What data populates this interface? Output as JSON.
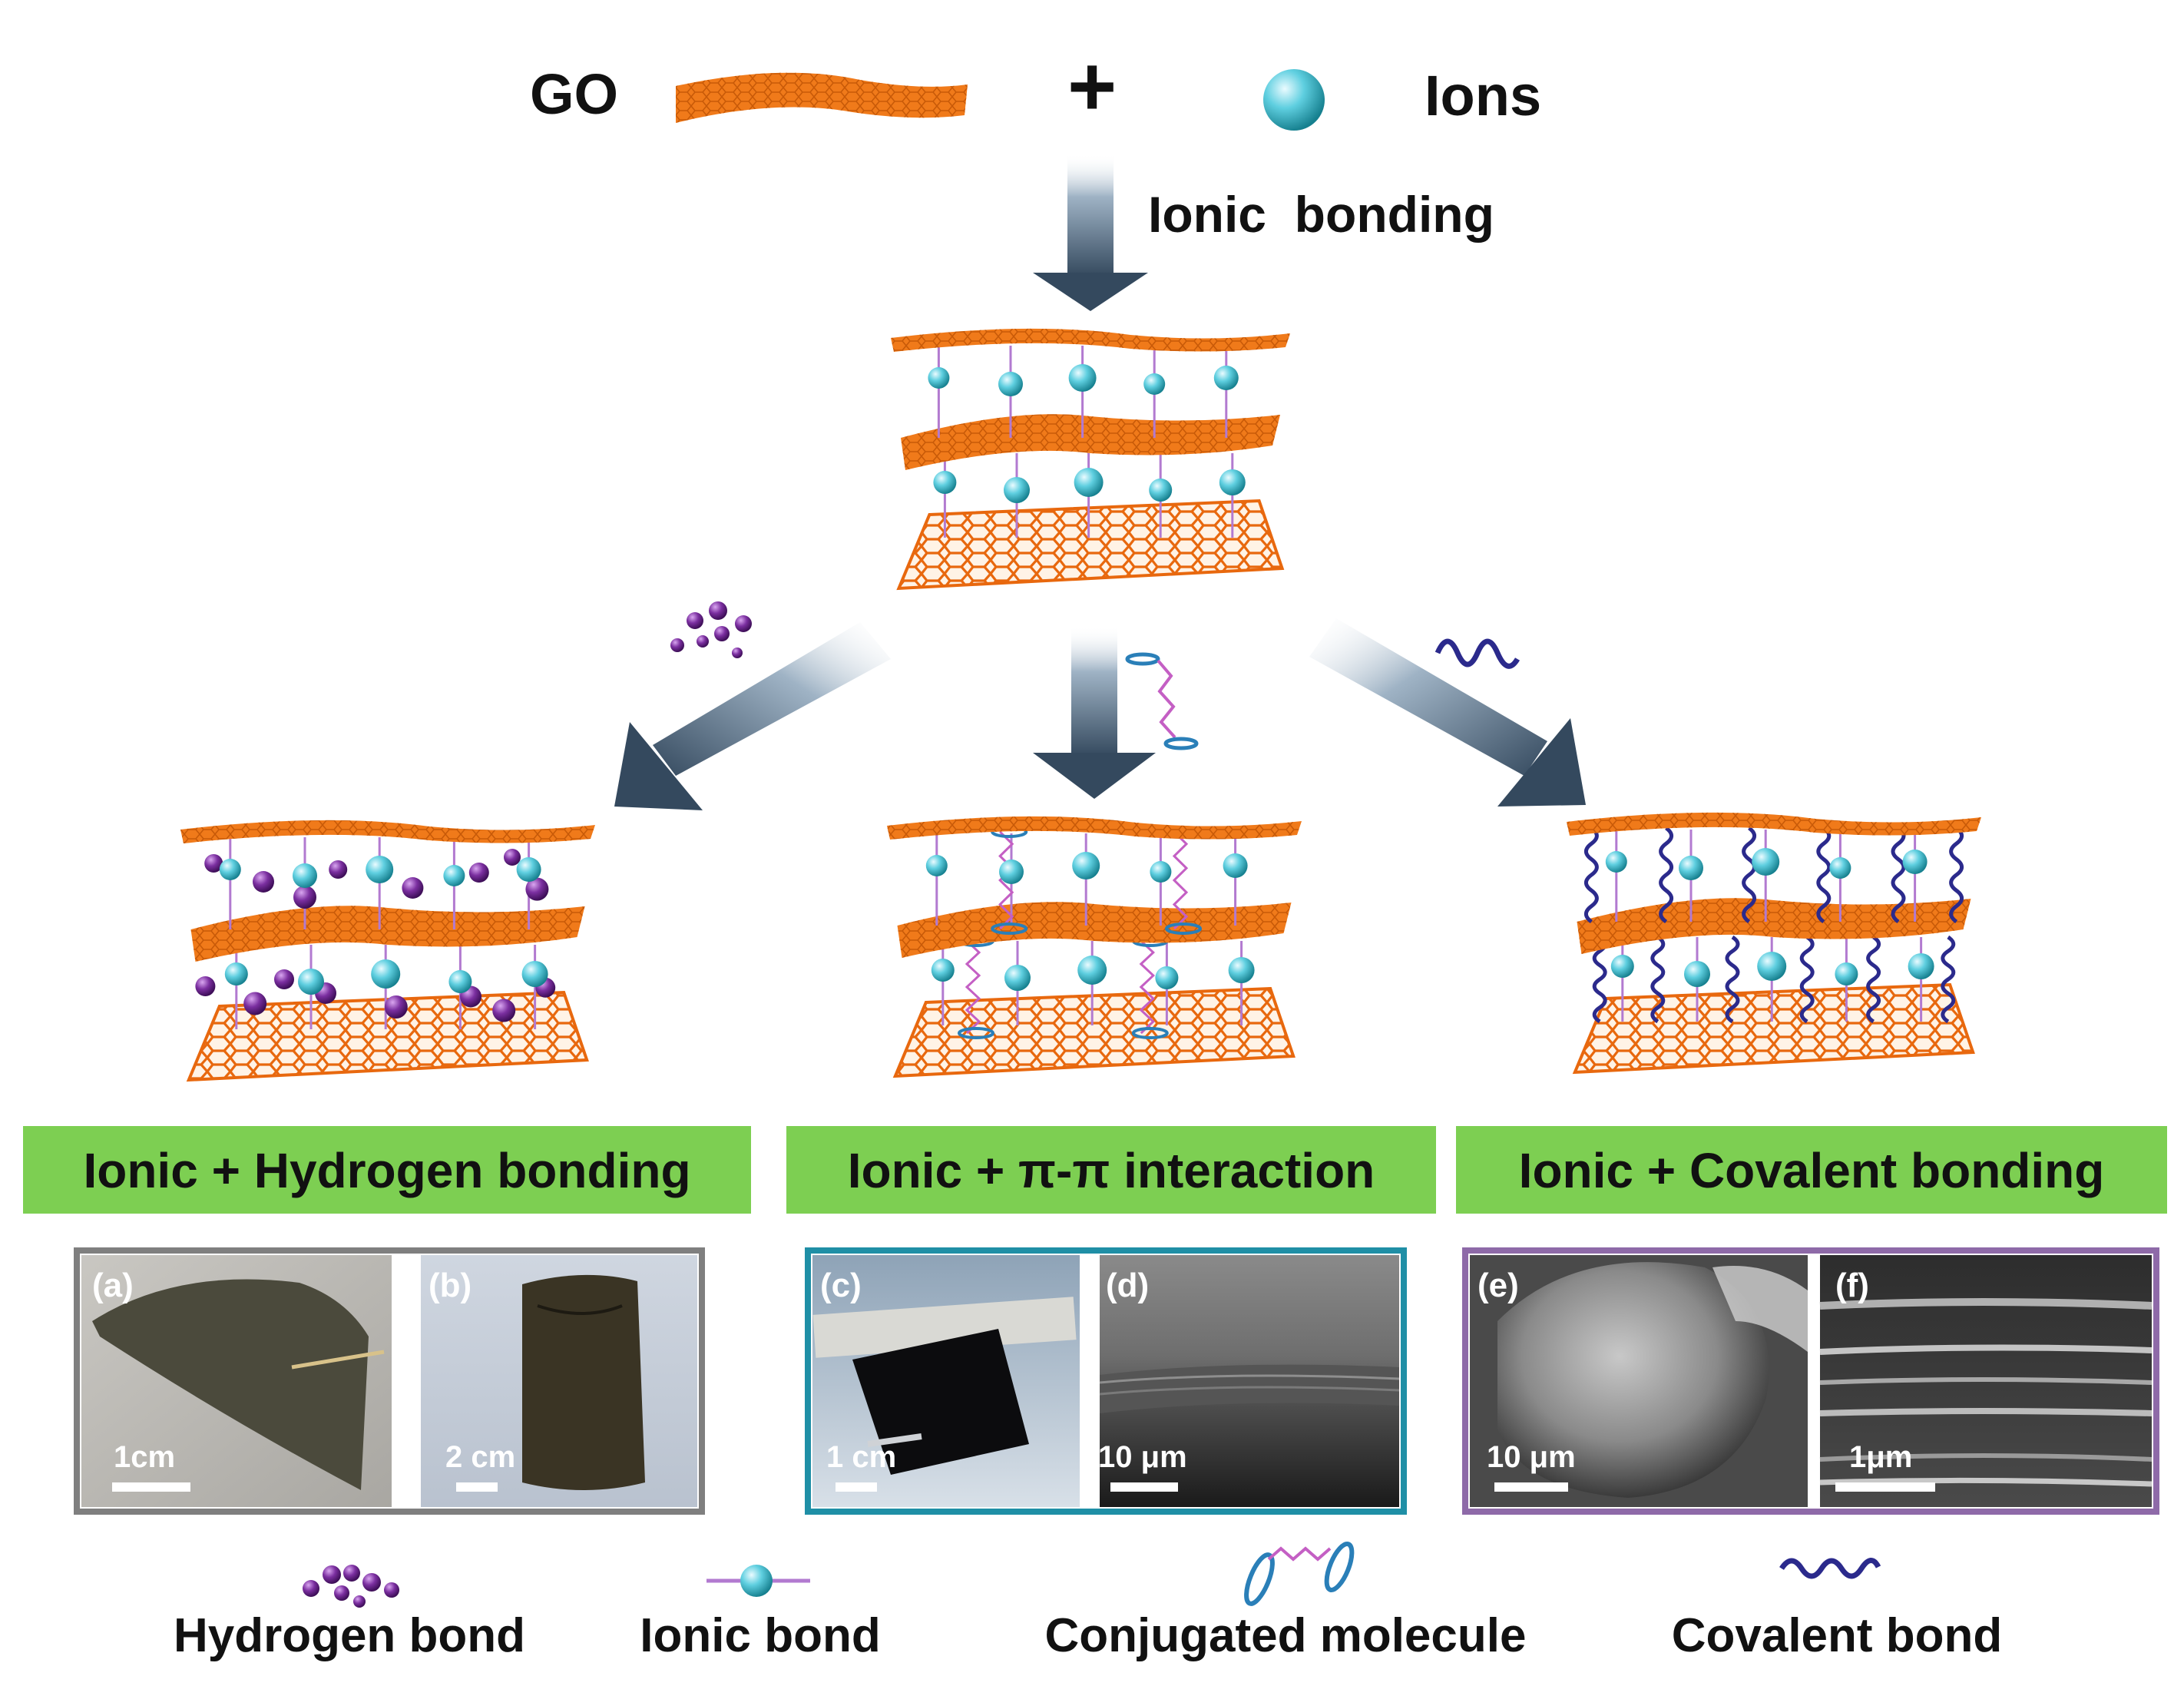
{
  "top": {
    "go_label": "GO",
    "plus": "+",
    "ions_label": "Ions",
    "step_label": "Ionic  bonding"
  },
  "categories": [
    {
      "title": "Ionic + Hydrogen bonding",
      "frame_color": "#7f7f7f",
      "panels": [
        {
          "id": "(a)",
          "scale": "1cm"
        },
        {
          "id": "(b)",
          "scale": "2 cm"
        }
      ]
    },
    {
      "title": "Ionic + π-π interaction",
      "frame_color": "#1f8fa6",
      "panels": [
        {
          "id": "(c)",
          "scale": "1 cm"
        },
        {
          "id": "(d)",
          "scale": "10 μm"
        }
      ]
    },
    {
      "title": "Ionic + Covalent bonding",
      "frame_color": "#8e6aa8",
      "panels": [
        {
          "id": "(e)",
          "scale": "10 μm"
        },
        {
          "id": "(f)",
          "scale": "1μm"
        }
      ]
    }
  ],
  "legend": [
    {
      "label": "Hydrogen bond",
      "icon": "purple-spheres-icon"
    },
    {
      "label": "Ionic bond",
      "icon": "ion-sphere-rod-icon"
    },
    {
      "label": "Conjugated molecule",
      "icon": "conjugated-molecule-icon"
    },
    {
      "label": "Covalent bond",
      "icon": "covalent-wave-icon"
    }
  ],
  "colors": {
    "go_sheet": "#f07a1a",
    "ion": "#4fc3d6",
    "hydrogen": "#7b2fa0",
    "ionic_rod": "#b27ad0",
    "conjugated": "#2a7fb8",
    "covalent": "#2b2a8c",
    "category_bg": "#7dcf52",
    "arrow": "#3b4f63"
  }
}
